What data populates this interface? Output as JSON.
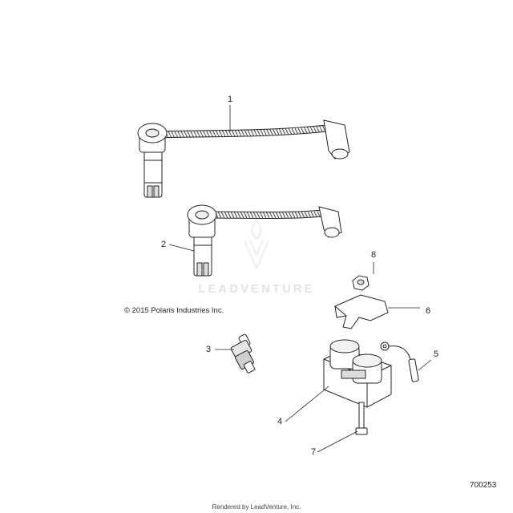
{
  "copyright": "© 2015 Polaris Industries Inc.",
  "diagram_id": "700253",
  "footer": "Rendered by LeadVenture, Inc.",
  "watermark": "LEADVENTURE",
  "callouts": {
    "c1": "1",
    "c2": "2",
    "c3": "3",
    "c4": "4",
    "c5": "5",
    "c6": "6",
    "c7": "7",
    "c8": "8"
  }
}
